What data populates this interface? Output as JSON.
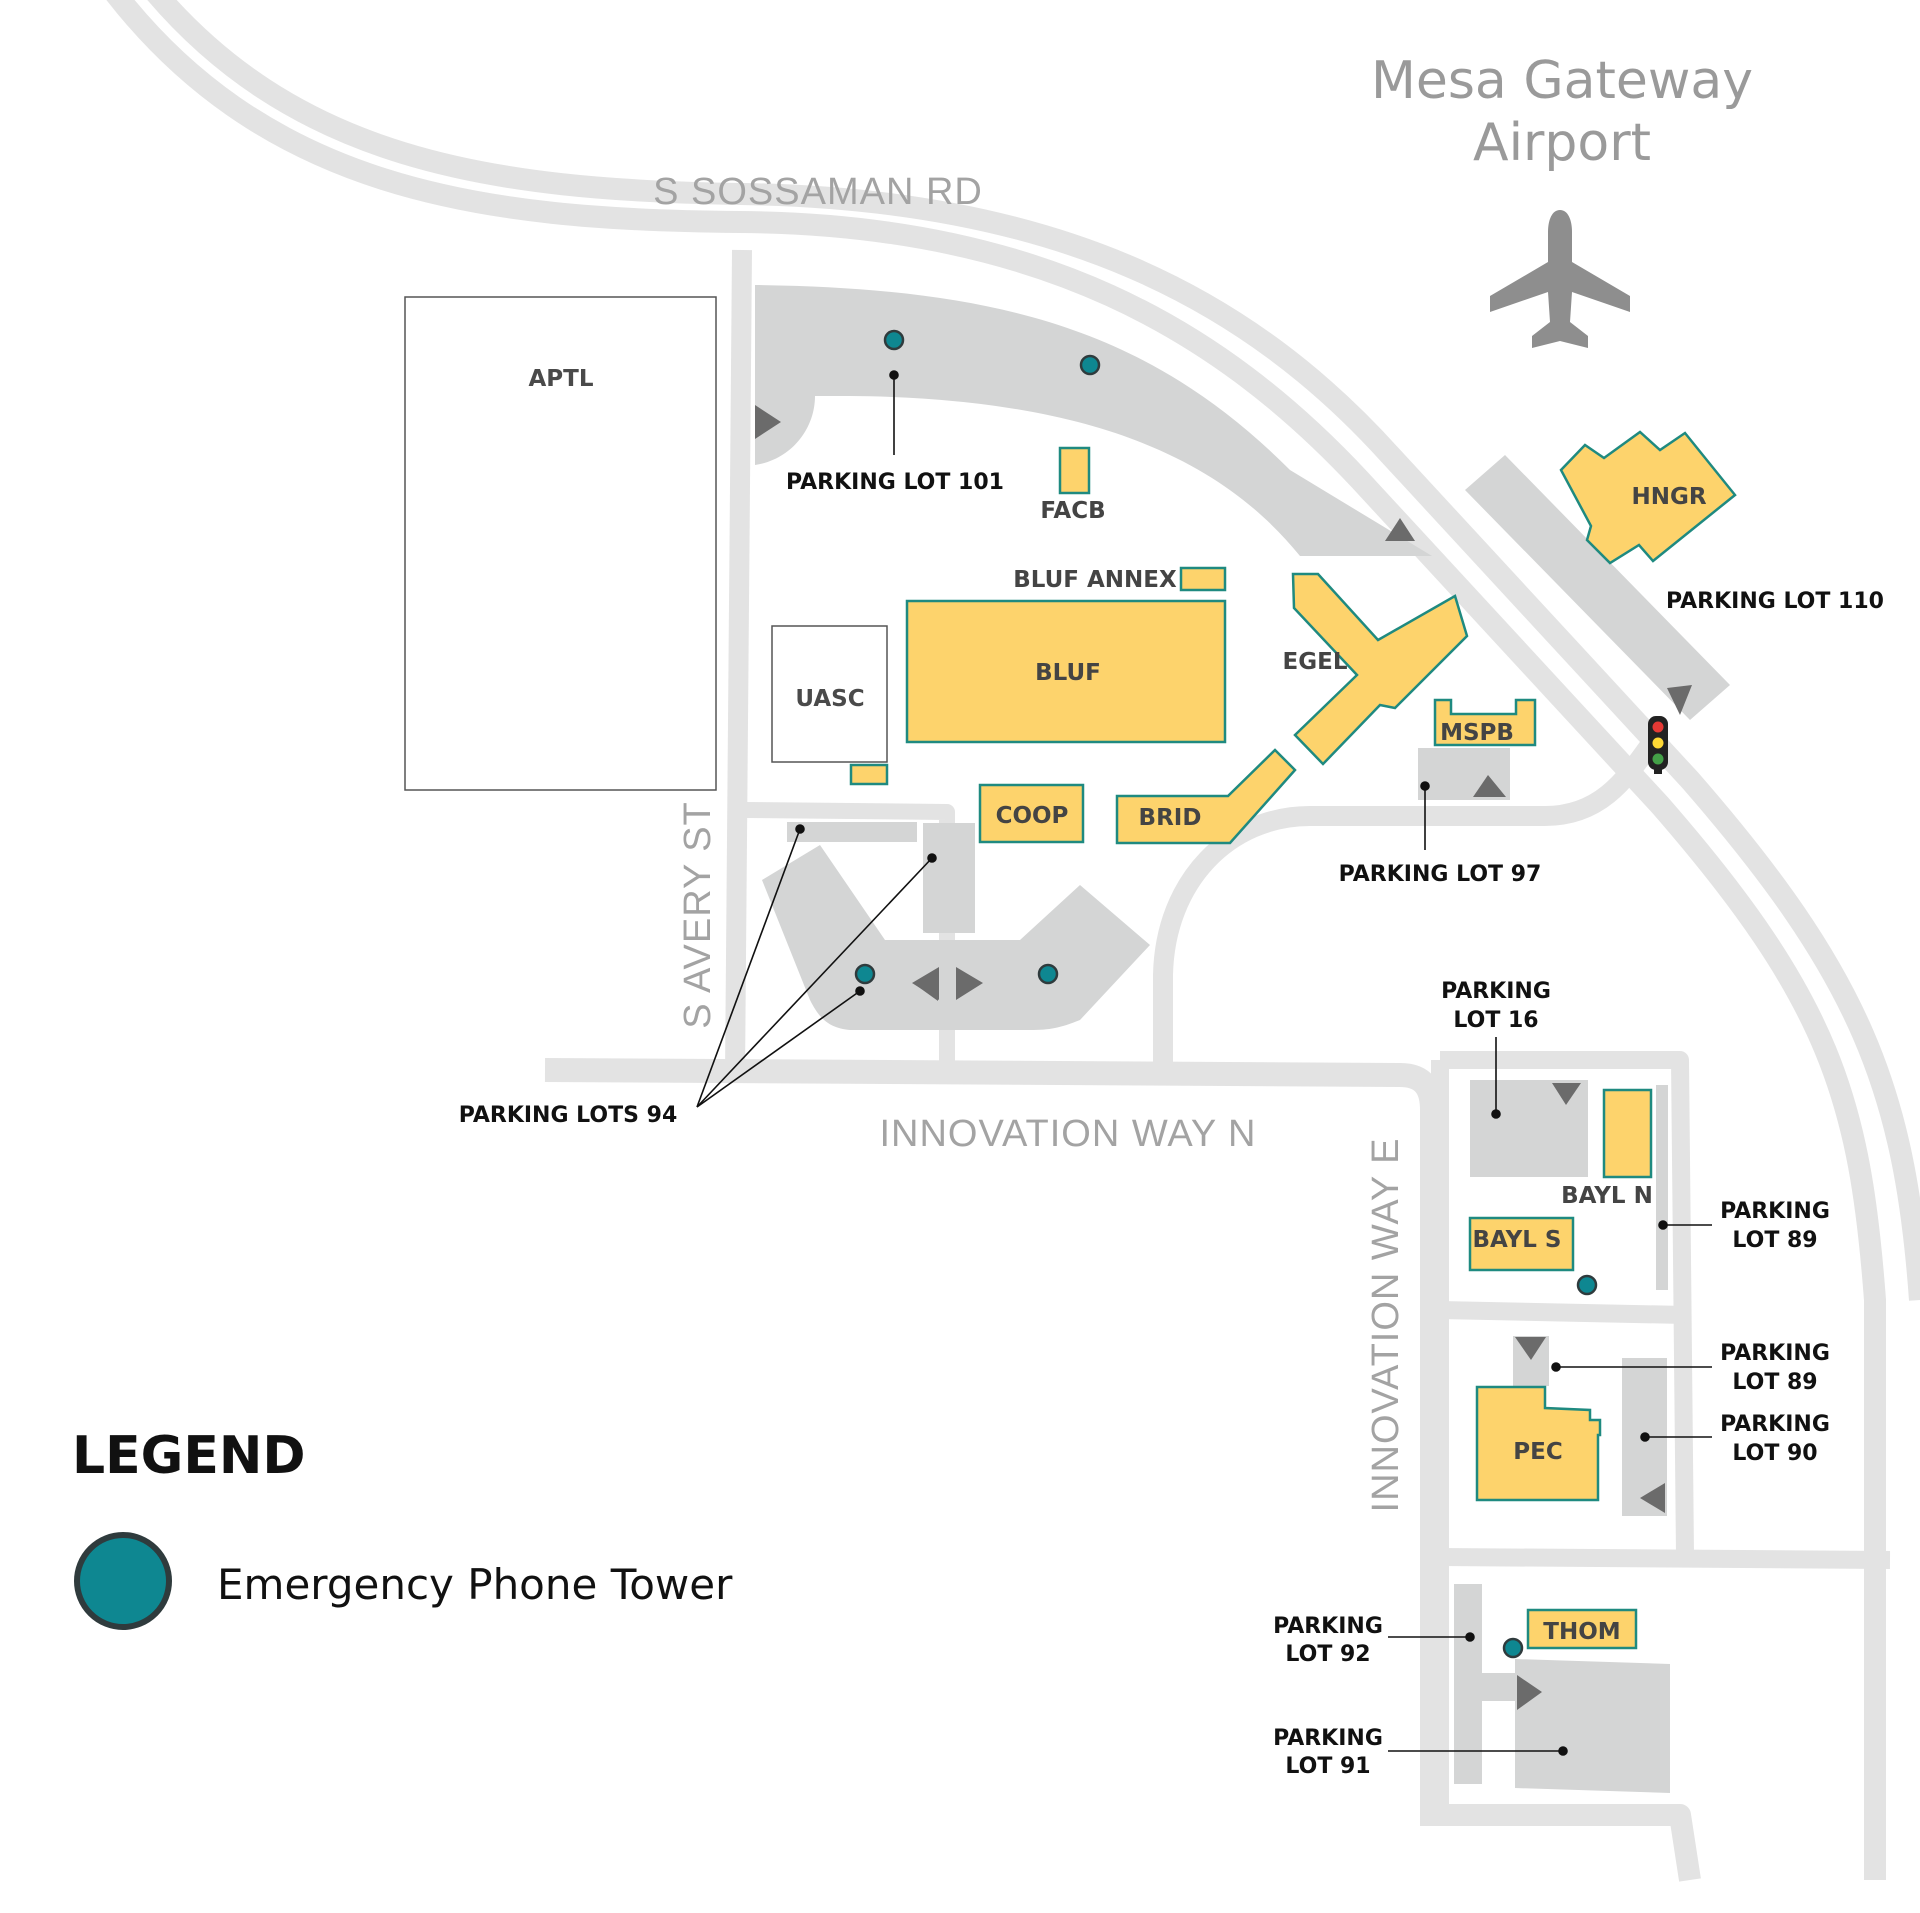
{
  "roads": {
    "sossaman": "S SOSSAMAN RD",
    "avery": "S AVERY ST",
    "innovation_n": "INNOVATION WAY N",
    "innovation_e": "INNOVATION WAY E"
  },
  "airport": {
    "line1": "Mesa Gateway",
    "line2": "Airport",
    "icon": "airplane-icon"
  },
  "buildings": {
    "aptl": "APTL",
    "uasc": "UASC",
    "facb": "FACB",
    "bluf_annex": "BLUF ANNEX",
    "bluf": "BLUF",
    "egel": "EGEL",
    "mspb": "MSPB",
    "coop": "COOP",
    "brid": "BRID",
    "hngr": "HNGR",
    "bayl_n": "BAYL N",
    "bayl_s": "BAYL S",
    "pec": "PEC",
    "thom": "THOM"
  },
  "parking": {
    "lot101": "PARKING LOT 101",
    "lot110": "PARKING LOT 110",
    "lot97": "PARKING LOT 97",
    "lots94": "PARKING LOTS 94",
    "lot16_l1": "PARKING",
    "lot16_l2": "LOT 16",
    "lot89a_l1": "PARKING",
    "lot89a_l2": "LOT 89",
    "lot89b_l1": "PARKING",
    "lot89b_l2": "LOT 89",
    "lot90_l1": "PARKING",
    "lot90_l2": "LOT 90",
    "lot92_l1": "PARKING",
    "lot92_l2": "LOT 92",
    "lot91_l1": "PARKING",
    "lot91_l2": "LOT 91"
  },
  "legend": {
    "title": "LEGEND",
    "phone_tower": "Emergency Phone Tower"
  },
  "colors": {
    "road": "#e3e3e3",
    "lot": "#d4d5d5",
    "building": "#fdd36c",
    "building_outline": "#1f8a80",
    "phone_tower": "#0e8791",
    "phone_tower_outline": "#2f3b3d",
    "arrow": "#6b6b6b"
  }
}
